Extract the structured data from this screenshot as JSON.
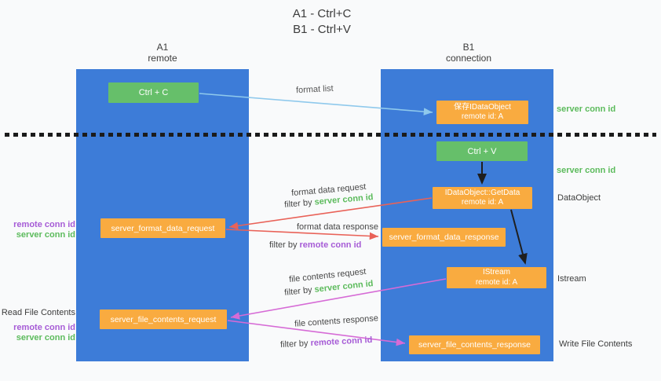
{
  "title": {
    "line1": "A1 - Ctrl+C",
    "line2": "B1 - Ctrl+V"
  },
  "lanes": {
    "left": {
      "name": "A1",
      "subtitle": "remote"
    },
    "right": {
      "name": "B1",
      "subtitle": "connection"
    }
  },
  "nodes": {
    "ctrl_c": "Ctrl + C",
    "ctrl_v": "Ctrl + V",
    "save_idataobject": {
      "line1": "保存IDataObject",
      "line2": "remote id: A"
    },
    "getdata": {
      "line1": "IDataObject::GetData",
      "line2": "remote id: A"
    },
    "istream": {
      "line1": "IStream",
      "line2": "remote id: A"
    },
    "format_request": "server_format_data_request",
    "format_response": "server_format_data_response",
    "file_request": "server_file_contents_request",
    "file_response": "server_file_contents_response"
  },
  "labels": {
    "format_list": "format list",
    "format_data_request": "format data request",
    "format_data_response": "format data response",
    "file_contents_request": "file contents request",
    "file_contents_response": "file contents response",
    "filter_by": "filter by ",
    "server_conn_id": "server conn id",
    "remote_conn_id": "remote conn id"
  },
  "side_labels": {
    "right_server_conn_id_top": "server conn id",
    "right_server_conn_id_mid": "server conn id",
    "dataobject": "DataObject",
    "istream": "Istream",
    "write_file_contents": "Write File Contents",
    "read_file_contents": "Read File Contents",
    "left_remote_conn_id_top": "remote conn id",
    "left_server_conn_id_top": "server conn id",
    "left_remote_conn_id_bottom": "remote conn id",
    "left_server_conn_id_bottom": "server conn id"
  },
  "colors": {
    "lane_blue": "#3d7cd8",
    "node_green": "#66bf6a",
    "node_orange": "#f9ab40",
    "arrow_light_blue": "#8fc9ec",
    "arrow_red": "#e96258",
    "arrow_magenta": "#d66bd6",
    "arrow_black": "#1f1f1f",
    "text_green": "#5cbb5c",
    "text_purple": "#a65bd6"
  }
}
